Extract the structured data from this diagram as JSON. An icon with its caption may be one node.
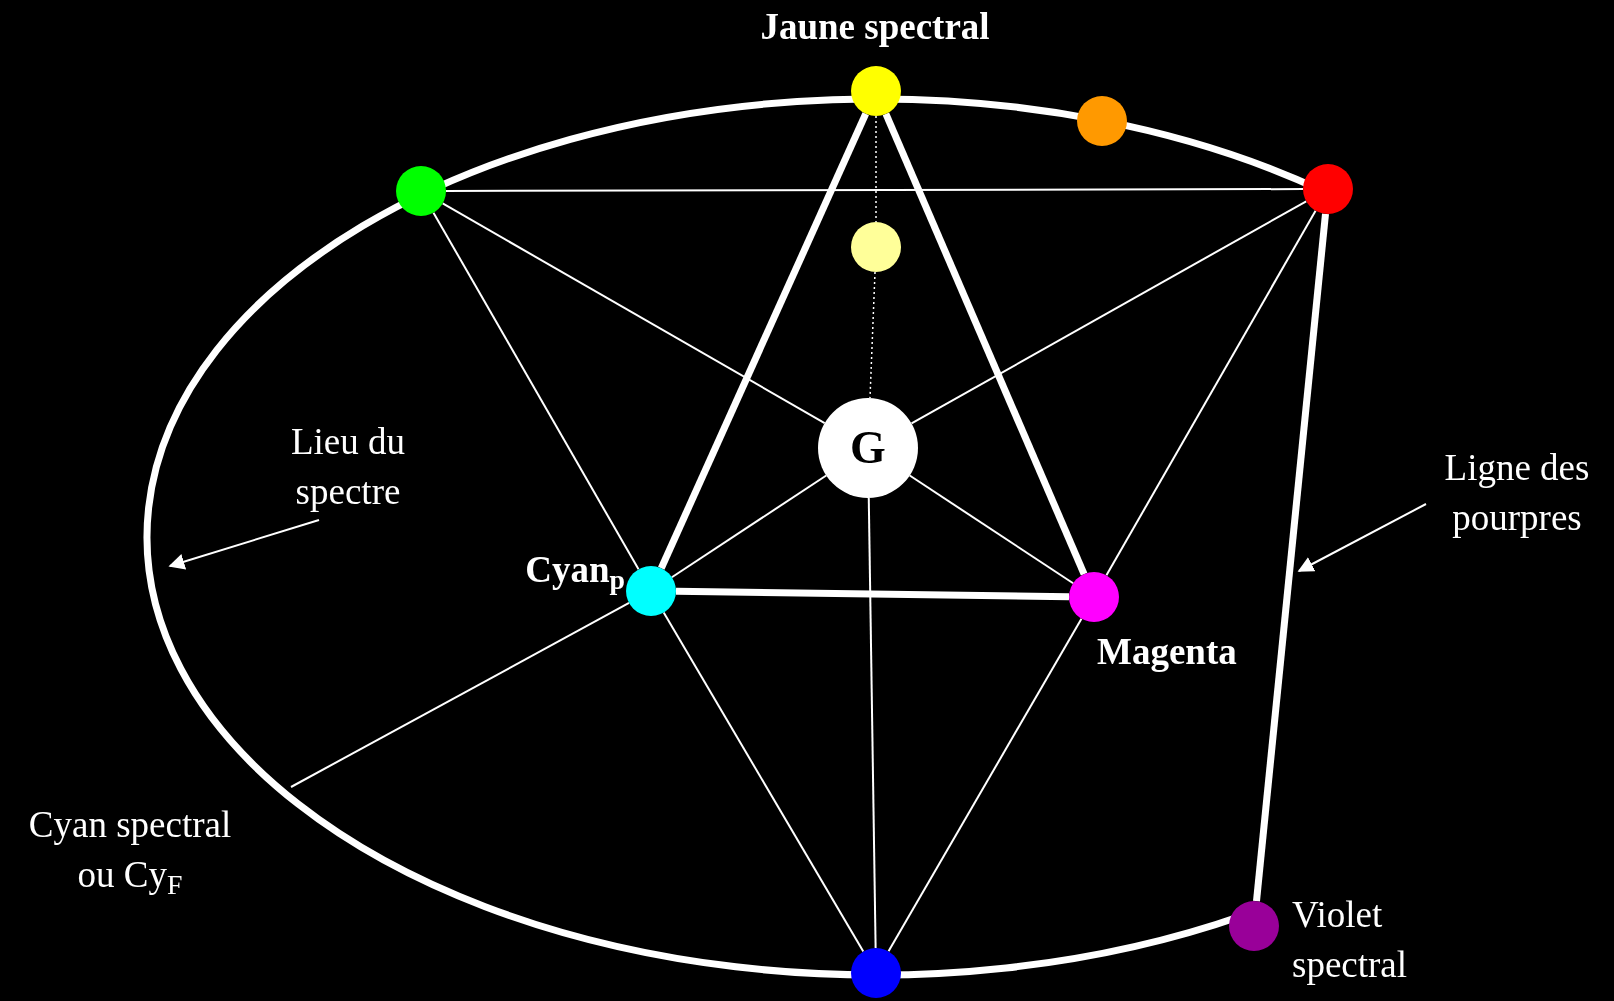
{
  "diagram": {
    "nodes": [
      {
        "text": [],
        "shape": "circle",
        "beside": [
          "Jaune spectral"
        ]
      },
      {
        "text": [],
        "shape": "circle"
      },
      {
        "text": [],
        "shape": "circle"
      },
      {
        "text": [],
        "shape": "circle"
      },
      {
        "text": [],
        "shape": "circle"
      },
      {
        "text": [
          "Lieu du spectre"
        ]
      },
      {
        "text": [
          "G"
        ]
      },
      {
        "text": [
          "Ligne des pourpres"
        ]
      },
      {
        "text": [],
        "shape": "circle",
        "beside": [
          "Cyan$_{p}$"
        ]
      },
      {
        "text": [],
        "shape": "circle",
        "beside": [
          "Magenta"
        ]
      },
      {
        "text": [],
        "shape": "circle",
        "beside": [
          "Violet spectral"
        ]
      },
      {
        "text": [],
        "shape": "circle"
      }
    ],
    "edges": [
      {
        "from": 0,
        "to": 8,
        "arrow": "none",
        "style": "thick"
      },
      {
        "from": 0,
        "to": 9,
        "arrow": "none",
        "style": "thick"
      },
      {
        "from": 8,
        "to": 9,
        "arrow": "none",
        "style": "thick"
      },
      {
        "from": 3,
        "to": 10,
        "arrow": "none",
        "style": "thick"
      },
      {
        "from": 2,
        "to": 3,
        "arrow": "none"
      },
      {
        "from": 2,
        "to": 6,
        "arrow": "none"
      },
      {
        "from": 6,
        "to": 9,
        "arrow": "none"
      },
      {
        "from": 3,
        "to": 6,
        "arrow": "none"
      },
      {
        "from": 6,
        "to": 8,
        "arrow": "none"
      },
      {
        "from": 2,
        "to": 8,
        "arrow": "none"
      },
      {
        "from": 3,
        "to": 9,
        "arrow": "none"
      },
      {
        "from": 8,
        "to": 11,
        "arrow": "none"
      },
      {
        "from": 9,
        "to": 11,
        "arrow": "none"
      },
      {
        "from": 6,
        "to": 11,
        "arrow": "none"
      },
      {
        "from": 0,
        "to": 4,
        "arrow": "none",
        "style": "dashed"
      },
      {
        "from": 4,
        "to": 6,
        "arrow": "none",
        "style": "dashed"
      },
      {
        "from": 8,
        "to": null,
        "arrow": "none"
      },
      {
        "from": 5,
        "to": null,
        "arrow": "to"
      },
      {
        "from": 7,
        "to": null,
        "arrow": "to"
      }
    ],
    "labels": [
      "Cyan spectral ou Cy$_{F}$"
    ]
  }
}
